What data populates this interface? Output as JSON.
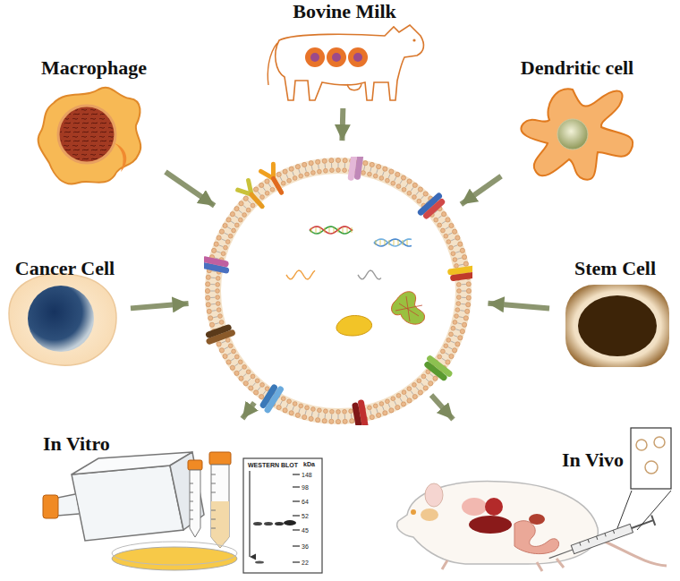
{
  "diagram": {
    "nodes": [
      {
        "text": [
          "Bovine Milk"
        ]
      },
      {
        "text": [
          "Macrophage"
        ]
      },
      {
        "text": [
          "Dendritic cell"
        ]
      },
      {
        "text": [
          "Cancer Cell"
        ]
      },
      {
        "text": []
      },
      {
        "text": [
          "Stem Cell"
        ]
      },
      {
        "text": [
          "In Vitro"
        ]
      },
      {
        "text": [
          "In Vivo"
        ]
      }
    ],
    "edges": [
      {
        "from": 0,
        "to": 4,
        "arrow": "to"
      },
      {
        "from": 1,
        "to": 4,
        "arrow": "to"
      },
      {
        "from": 2,
        "to": 4,
        "arrow": "to"
      },
      {
        "from": 3,
        "to": 4,
        "arrow": "to"
      },
      {
        "from": 5,
        "to": 4,
        "arrow": "to"
      },
      {
        "from": 4,
        "to": 6,
        "arrow": "to"
      },
      {
        "from": 4,
        "to": 7,
        "arrow": "to"
      }
    ],
    "labels": [
      "WESTERN BLOT",
      "kDa",
      "148",
      "98",
      "64",
      "52",
      "45",
      "36",
      "22"
    ]
  }
}
